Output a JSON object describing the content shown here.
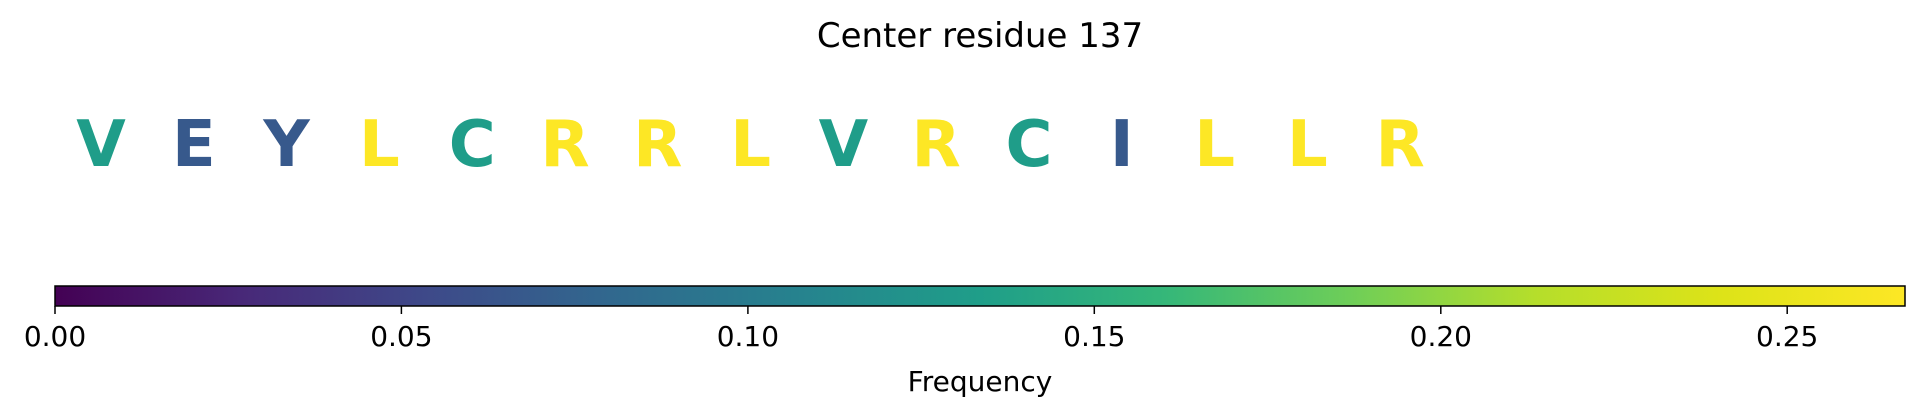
{
  "chart_data": {
    "type": "heatmap",
    "title": "Center residue 137",
    "residues": [
      {
        "letter": "V",
        "frequency": 0.133
      },
      {
        "letter": "E",
        "frequency": 0.067
      },
      {
        "letter": "Y",
        "frequency": 0.067
      },
      {
        "letter": "L",
        "frequency": 0.267
      },
      {
        "letter": "C",
        "frequency": 0.133
      },
      {
        "letter": "R",
        "frequency": 0.267
      },
      {
        "letter": "R",
        "frequency": 0.267
      },
      {
        "letter": "L",
        "frequency": 0.267
      },
      {
        "letter": "V",
        "frequency": 0.133
      },
      {
        "letter": "R",
        "frequency": 0.267
      },
      {
        "letter": "C",
        "frequency": 0.133
      },
      {
        "letter": "I",
        "frequency": 0.067
      },
      {
        "letter": "L",
        "frequency": 0.267
      },
      {
        "letter": "L",
        "frequency": 0.267
      },
      {
        "letter": "R",
        "frequency": 0.267
      }
    ],
    "colorbar": {
      "label": "Frequency",
      "range": [
        0,
        0.267
      ],
      "ticks": [
        0.0,
        0.05,
        0.1,
        0.15,
        0.2,
        0.25
      ],
      "tick_labels": [
        "0.00",
        "0.05",
        "0.10",
        "0.15",
        "0.20",
        "0.25"
      ],
      "colormap": "viridis"
    }
  }
}
